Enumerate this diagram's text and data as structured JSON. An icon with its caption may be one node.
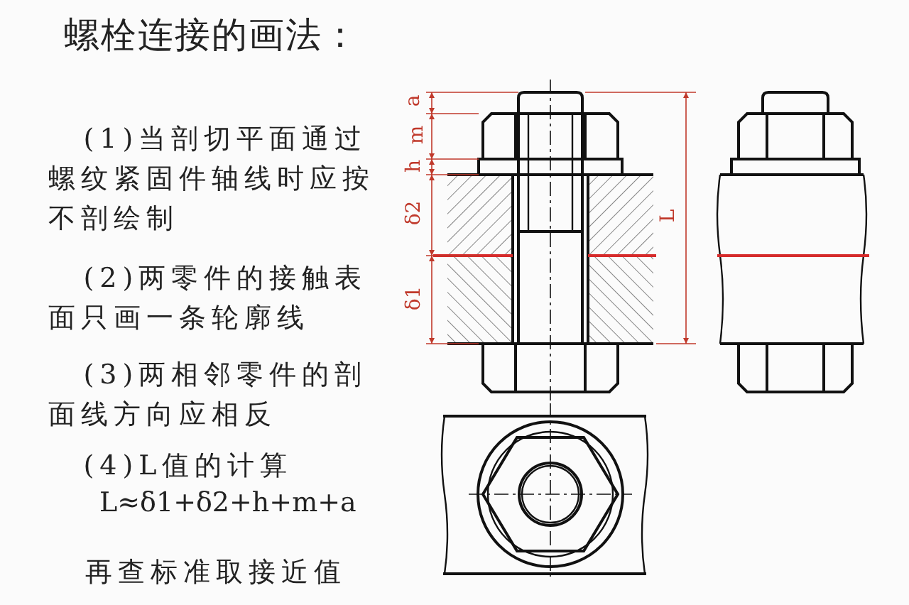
{
  "diagram": {
    "title": "螺栓连接的画法：",
    "labels": [
      "(1)当剖切平面通过螺纹紧固件轴线时应按不剖绘制",
      "(2)两零件的接触表面只画一条轮廓线",
      "(3)两相邻零件的剖面线方向应相反",
      "(4)L值的计算",
      "L≈δ1+δ2+h+m+a",
      "再查标准取接近值",
      "a",
      "m",
      "h",
      "δ2",
      "δ1",
      "L"
    ]
  }
}
